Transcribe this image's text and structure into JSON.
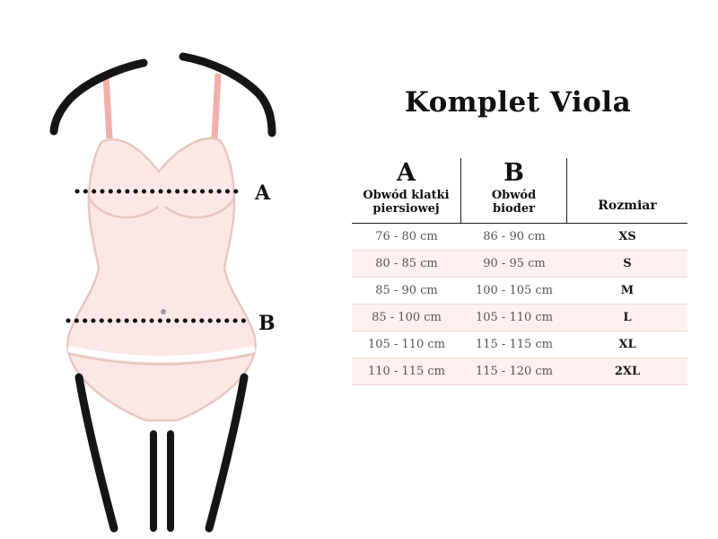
{
  "title": "Komplet Viola",
  "diagram": {
    "bust_label": "A",
    "hip_label": "B"
  },
  "table": {
    "columns": [
      {
        "letter": "A",
        "label": "Obwód klatki piersiowej"
      },
      {
        "letter": "B",
        "label": "Obwód bioder"
      },
      {
        "letter": "",
        "label": "Rozmiar"
      }
    ],
    "rows": [
      {
        "bust": "76 - 80 cm",
        "hips": "86 - 90 cm",
        "size": "XS"
      },
      {
        "bust": "80 - 85 cm",
        "hips": "90 - 95 cm",
        "size": "S"
      },
      {
        "bust": "85 - 90 cm",
        "hips": "100 - 105 cm",
        "size": "M"
      },
      {
        "bust": "85 - 100 cm",
        "hips": "105 - 110 cm",
        "size": "L"
      },
      {
        "bust": "105 - 110 cm",
        "hips": "115 - 115 cm",
        "size": "XL"
      },
      {
        "bust": "110 - 115 cm",
        "hips": "115 - 120 cm",
        "size": "2XL"
      }
    ]
  },
  "colors": {
    "figure_fill": "#fbe8e6",
    "figure_outline": "#e9c6c1",
    "strap_pink": "#f2aea8",
    "row_alt_background": "#fdf0ef",
    "row_divider": "#f2d7d5",
    "line_black": "#151515"
  }
}
